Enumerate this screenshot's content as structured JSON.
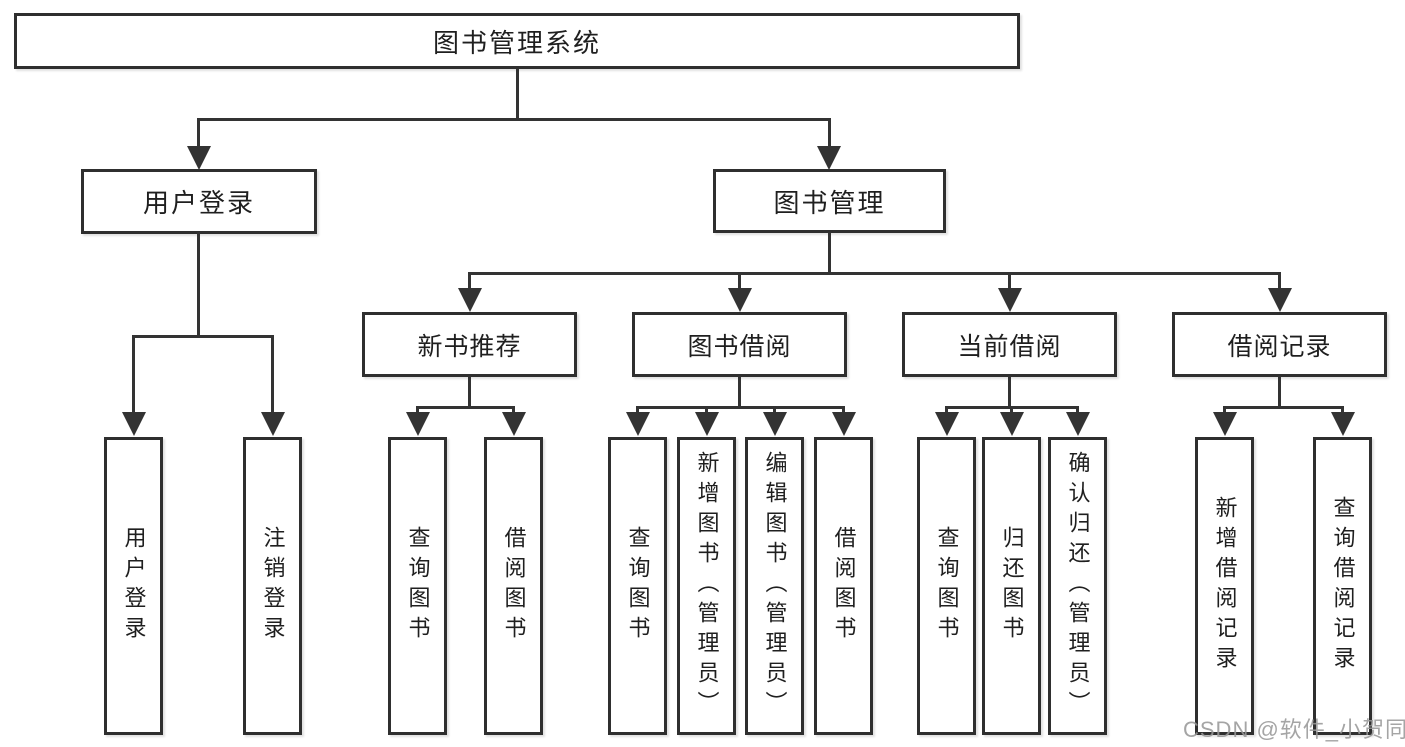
{
  "diagram": {
    "root": "图书管理系统",
    "branches": [
      {
        "label": "用户登录",
        "children": [
          {
            "label": "用户登录"
          },
          {
            "label": "注销登录"
          }
        ]
      },
      {
        "label": "图书管理",
        "children": [
          {
            "label": "新书推荐",
            "children": [
              {
                "label": "查询图书"
              },
              {
                "label": "借阅图书"
              }
            ]
          },
          {
            "label": "图书借阅",
            "children": [
              {
                "label": "查询图书"
              },
              {
                "label": "新增图书（管理员）"
              },
              {
                "label": "编辑图书（管理员）"
              },
              {
                "label": "借阅图书"
              }
            ]
          },
          {
            "label": "当前借阅",
            "children": [
              {
                "label": "查询图书"
              },
              {
                "label": "归还图书"
              },
              {
                "label": "确认归还（管理员）"
              }
            ]
          },
          {
            "label": "借阅记录",
            "children": [
              {
                "label": "新增借阅记录"
              },
              {
                "label": "查询借阅记录"
              }
            ]
          }
        ]
      }
    ],
    "watermark": "CSDN @软件_小贺同学",
    "colors": {
      "line": "#333333",
      "border": "#2f2f2f",
      "text": "#1f1f1f",
      "watermark": "#989898",
      "background": "#ffffff"
    }
  }
}
